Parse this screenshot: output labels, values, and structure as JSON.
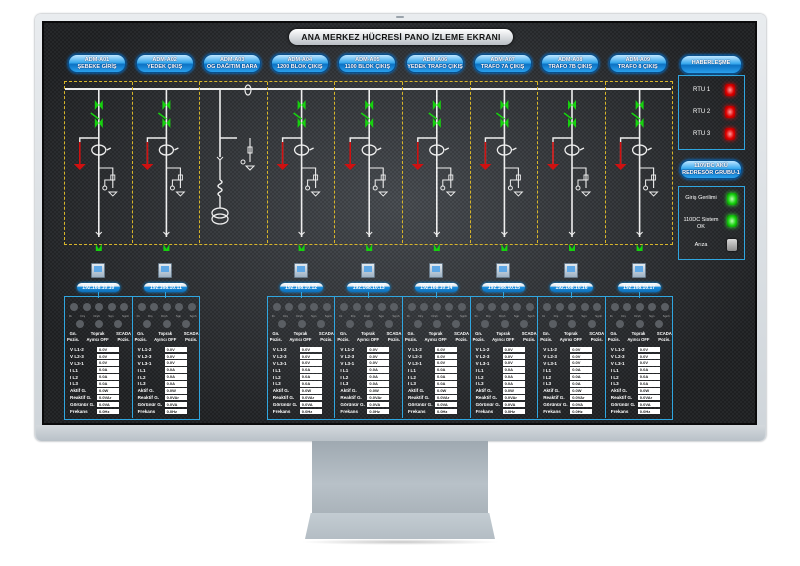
{
  "screen": {
    "title": "ANA MERKEZ HÜCRESİ PANO İZLEME EKRANI"
  },
  "cells": [
    {
      "code": "ADM-A01",
      "name": "ŞEBEKE GİRİŞ",
      "type": "feeder",
      "ip": "192.168.10.10",
      "has_panel": true
    },
    {
      "code": "ADM-A02",
      "name": "YEDEK ÇIKIŞ",
      "type": "feeder",
      "ip": "192.168.10.11",
      "has_panel": true
    },
    {
      "code": "ADM-A03",
      "name": "OG DAĞITIM BARA",
      "type": "measurement",
      "ip": "",
      "has_panel": false
    },
    {
      "code": "ADM-A04",
      "name": "1200 BLOK ÇIKIŞ",
      "type": "feeder",
      "ip": "192.168.10.12",
      "has_panel": true
    },
    {
      "code": "ADM-A05",
      "name": "1100 BLOK ÇIKIŞ",
      "type": "feeder",
      "ip": "192.168.10.13",
      "has_panel": true
    },
    {
      "code": "ADM-A06",
      "name": "YEDEK TRAFO ÇIKIŞ",
      "type": "feeder",
      "ip": "192.168.10.14",
      "has_panel": true
    },
    {
      "code": "ADM-A07",
      "name": "TRAFO 7A ÇIKIŞ",
      "type": "feeder",
      "ip": "192.168.10.15",
      "has_panel": true
    },
    {
      "code": "ADM-A08",
      "name": "TRAFO 7B ÇIKIŞ",
      "type": "feeder",
      "ip": "192.168.10.16",
      "has_panel": true
    },
    {
      "code": "ADM-A09",
      "name": "TRAFO 8 ÇIKIŞ",
      "type": "feeder",
      "ip": "192.168.10.17",
      "has_panel": true
    }
  ],
  "communication": {
    "title": "HABERLEŞME",
    "items": [
      {
        "label": "RTU 1",
        "status": "red"
      },
      {
        "label": "RTU 2",
        "status": "red"
      },
      {
        "label": "RTU 3",
        "status": "red"
      }
    ]
  },
  "battery": {
    "title_line1": "110VDC AKÜ",
    "title_line2": "REDRESÖR GRUBU-1",
    "items": [
      {
        "label": "Giriş Gerilimi",
        "status": "green"
      },
      {
        "label": "110DC Sistem OK",
        "status": "green"
      },
      {
        "label": "Arıza",
        "status": "gray"
      }
    ]
  },
  "panel_template": {
    "indicator_labels": [
      "Dı",
      "Drş",
      "Drşh",
      "Sgn",
      "Sgnh"
    ],
    "status_headers": [
      {
        "l1": "Gn.",
        "l2": "Pozis."
      },
      {
        "l1": "Toprak",
        "l2": "Ayırıcı OFF"
      },
      {
        "l1": "SCADA",
        "l2": "Pozis."
      }
    ],
    "rows": [
      {
        "label": "V L1-2",
        "value": "0.0V"
      },
      {
        "label": "V L2-3",
        "value": "0.0V"
      },
      {
        "label": "V L3-1",
        "value": "0.0V"
      },
      {
        "label": "I L1",
        "value": "0.0A"
      },
      {
        "label": "I L2",
        "value": "0.0A"
      },
      {
        "label": "I L3",
        "value": "0.0A"
      },
      {
        "label": "Aktif G.",
        "value": "0.0W"
      },
      {
        "label": "Reaktif G.",
        "value": "0.0VAr"
      },
      {
        "label": "Görünür G.",
        "value": "0.0VA"
      },
      {
        "label": "Frekans",
        "value": "0.0Hz"
      }
    ]
  },
  "colors": {
    "accent_blue": "#2fa6e0",
    "schematic_frame": "#d8b62a",
    "breaker_closed": "#16d10e",
    "earthing": "#d01010",
    "alarm_red": "#e10000"
  }
}
